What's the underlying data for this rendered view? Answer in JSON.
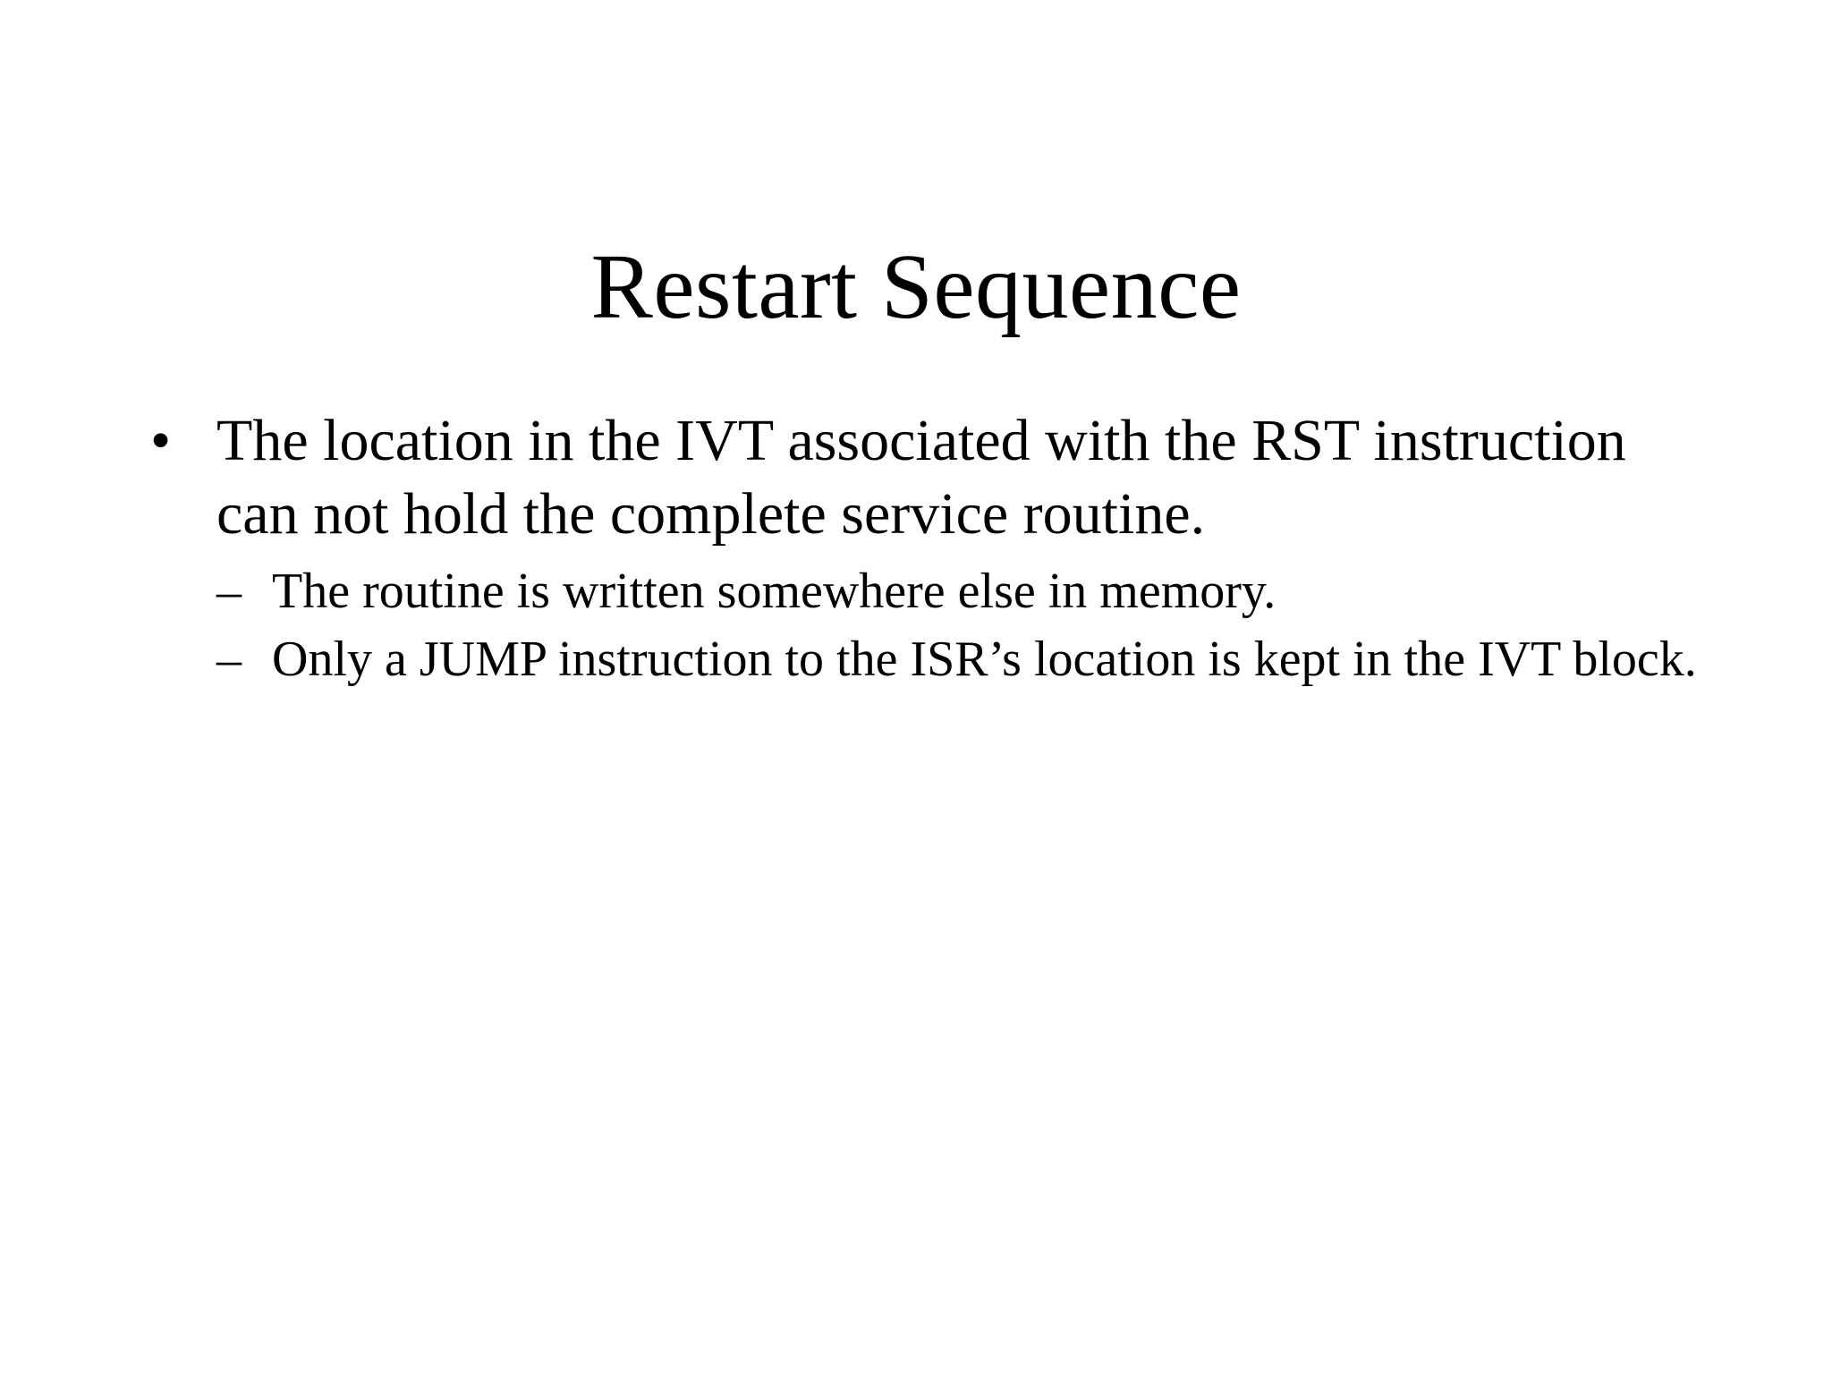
{
  "slide": {
    "title": "Restart Sequence",
    "background_color": "#FFFFFF",
    "text_color": "#000000",
    "level1_marker": "•",
    "level2_marker": "–",
    "bullets": [
      {
        "level": 1,
        "marker": "•",
        "text": "The location in the IVT associated with the RST instruction can not hold the complete service routine.",
        "children": [
          {
            "level": 2,
            "marker": "–",
            "text": "The routine is written somewhere else in memory."
          },
          {
            "level": 2,
            "marker": "–",
            "text": "Only a JUMP instruction to the ISR’s location is kept in the IVT block."
          }
        ]
      }
    ]
  }
}
